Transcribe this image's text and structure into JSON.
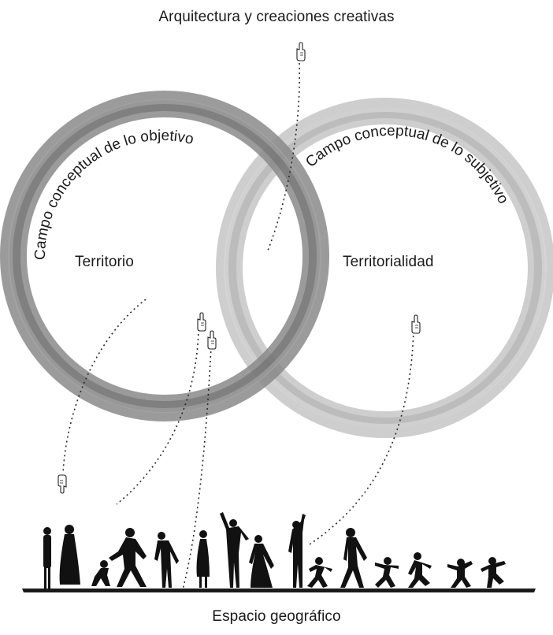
{
  "labels": {
    "top": "Arquitectura y creaciones creativas",
    "bottom": "Espacio geográfico",
    "left_circle_inner": "Territorio",
    "right_circle_inner": "Territorialidad"
  },
  "arc_labels": {
    "left": "Campo conceptual de lo objetivo",
    "right": "Campo conceptual de lo subjetivo"
  },
  "colors": {
    "left_ring": "#6f6f6f",
    "right_ring": "#b4b4b4",
    "ink": "#1a1a1a"
  },
  "icons": {
    "pointer": "pointing-hand-icon",
    "people": "human-silhouette-icon"
  }
}
